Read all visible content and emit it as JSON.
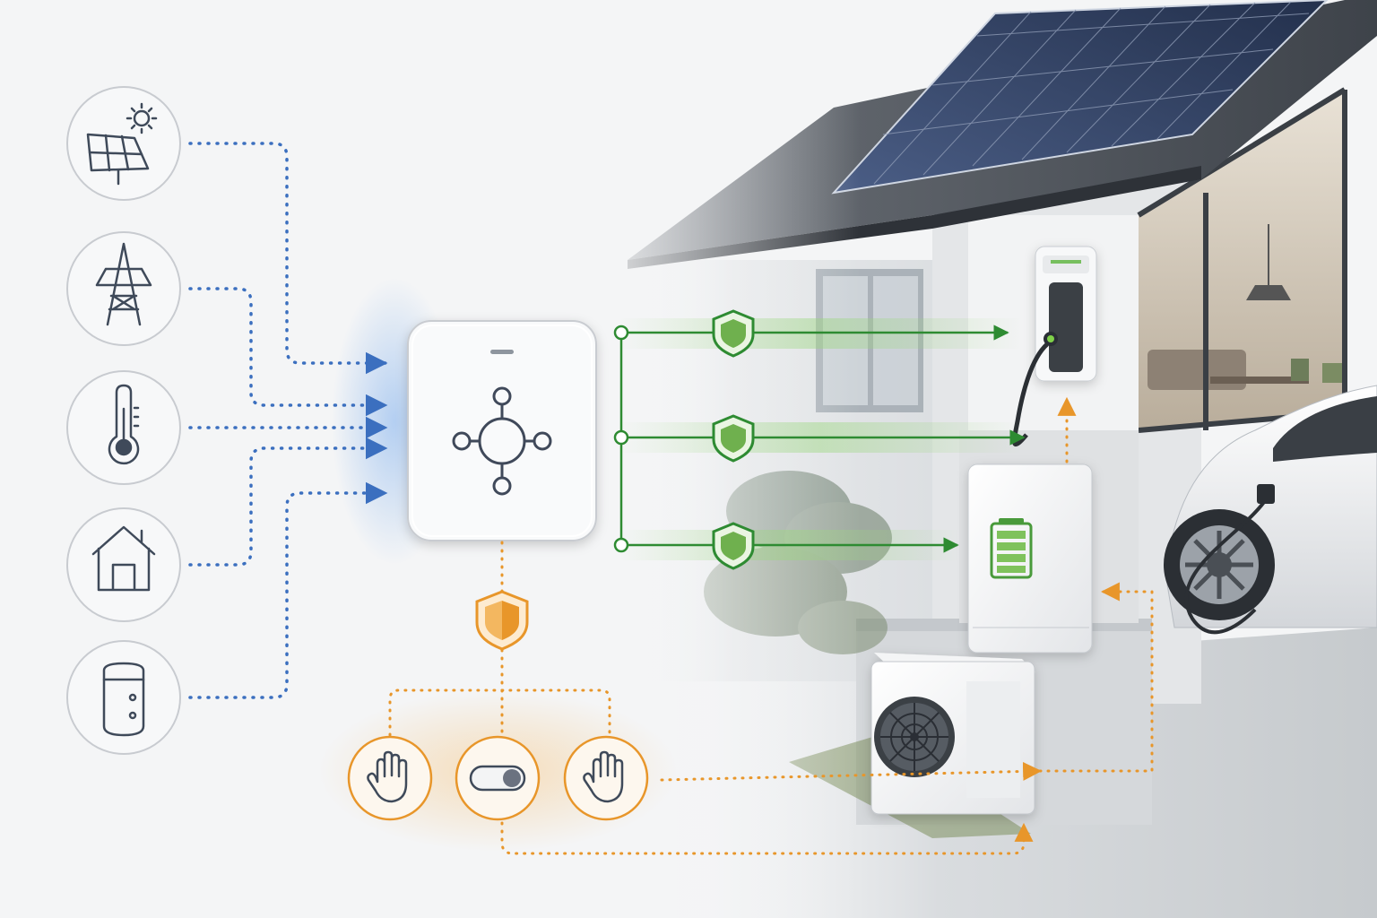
{
  "inputs": [
    {
      "id": "solar",
      "icon": "solar-panel-sun-icon"
    },
    {
      "id": "grid",
      "icon": "power-pylon-icon"
    },
    {
      "id": "temperature",
      "icon": "thermometer-icon"
    },
    {
      "id": "home",
      "icon": "house-icon"
    },
    {
      "id": "water-heater",
      "icon": "water-heater-icon"
    }
  ],
  "controller": {
    "icon": "hub-network-icon"
  },
  "outputs": [
    {
      "id": "ev-charger",
      "icon": "shield-check-icon",
      "color": "#2e8b32"
    },
    {
      "id": "ev-cable",
      "icon": "shield-check-icon",
      "color": "#2e8b32"
    },
    {
      "id": "battery",
      "icon": "shield-check-icon",
      "color": "#2e8b32"
    }
  ],
  "manual_controls": {
    "shield_icon": "shield-orange-icon",
    "items": [
      {
        "id": "stop-left",
        "icon": "hand-stop-icon"
      },
      {
        "id": "toggle",
        "icon": "toggle-switch-icon"
      },
      {
        "id": "stop-right",
        "icon": "hand-stop-icon"
      }
    ]
  },
  "devices": [
    "ev-wallbox",
    "home-battery",
    "heat-pump",
    "electric-car",
    "house"
  ],
  "colors": {
    "input_flow": "#3b6fbf",
    "output_flow": "#2e8b32",
    "override_flow": "#e8962a",
    "icon_stroke": "#3f4a5a"
  }
}
